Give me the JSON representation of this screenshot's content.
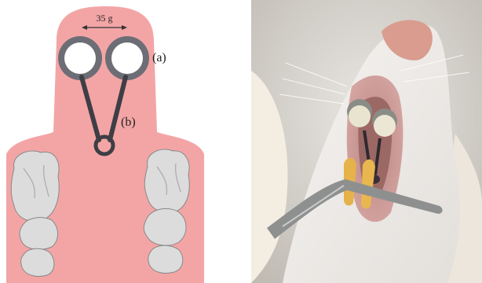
{
  "diagram": {
    "force_label": "35 g",
    "label_a": "(a)",
    "label_b": "(b)"
  },
  "colors": {
    "gum_pink": "#f3a5a6",
    "tooth_gray": "#dcdcdc",
    "elastic_dark": "#3e3e45",
    "bracket_gray": "#6d6d76"
  }
}
